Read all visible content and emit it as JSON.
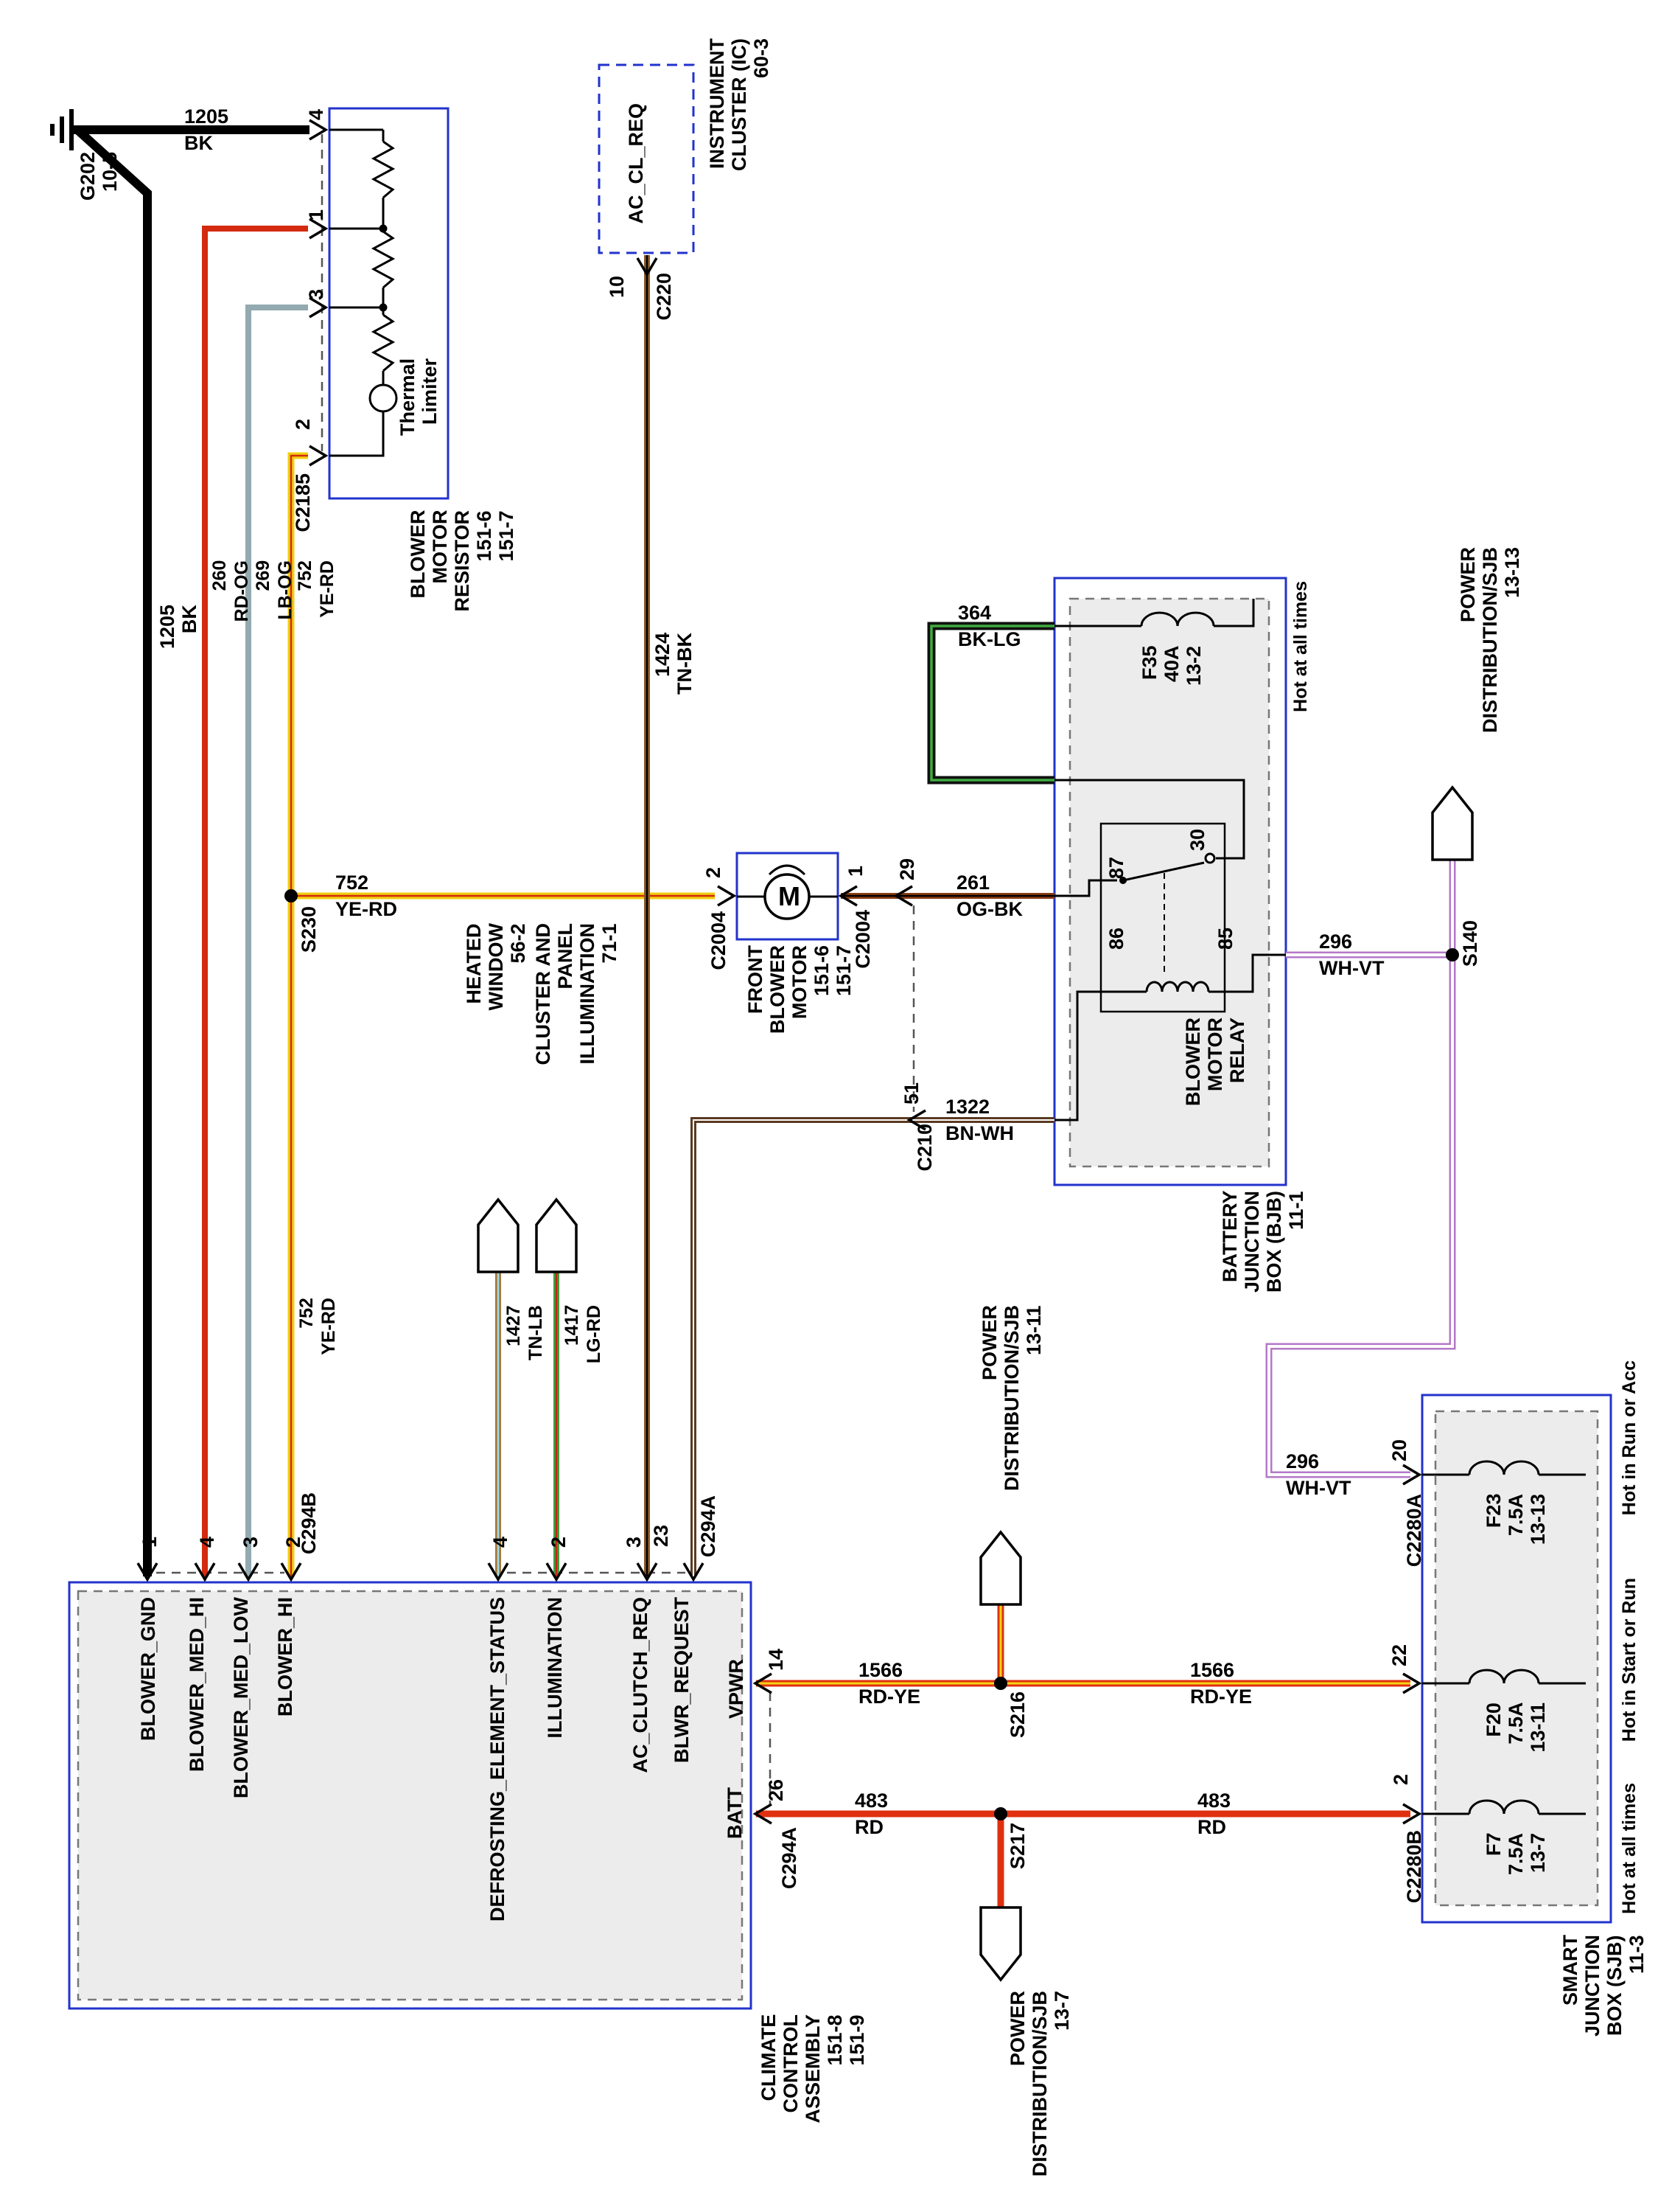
{
  "title": "Blower motor / climate control wiring diagram",
  "colors": {
    "box_border": "#2233cc",
    "box_fill": "#ececec",
    "bk": "#000000",
    "rd_og": "#d42a10",
    "lb_og": "#93aab0",
    "ye_rd": "#f0cf10",
    "tn_bk": "#8a5a2a",
    "bk_lg": "#3faa3f",
    "og_bk": "#8a3c12",
    "wh_vt": "#b478c8",
    "bn_wh": "#5a3a22",
    "tn_lb": "#a5793a",
    "lg_rd": "#3f9e3f",
    "rd": "#e03010",
    "rd_ye_stripe": "#f5d415"
  },
  "ground": {
    "label": "G202\n10-5"
  },
  "wires": {
    "w1205": "1205\nBK",
    "w260": "260\nRD-OG",
    "w269": "269\nLB-OG",
    "w752": "752\nYE-RD",
    "w1424": "1424\nTN-BK",
    "w364": "364\nBK-LG",
    "w261": "261\nOG-BK",
    "w296": "296\nWH-VT",
    "w1322": "1322\nBN-WH",
    "w1427": "1427\nTN-LB",
    "w1417": "1417\nLG-RD",
    "w1566": "1566\nRD-YE",
    "w483": "483\nRD"
  },
  "splices": {
    "s230": "S230",
    "s140": "S140",
    "s216": "S216",
    "s217": "S217"
  },
  "connectors": {
    "c2185": "C2185",
    "c220": "C220",
    "c2004": "C2004",
    "c210": "C210",
    "c294a": "C294A",
    "c294b": "C294B",
    "c2280a": "C2280A",
    "c2280b": "C2280B"
  },
  "resistor": {
    "title": "BLOWER\nMOTOR\nRESISTOR\n151-6\n151-7",
    "thermal_limiter": "Thermal\nLimiter",
    "pin4": "4",
    "pin1": "1",
    "pin3": "3",
    "pin2": "2"
  },
  "instrument_cluster": {
    "title": "INSTRUMENT\nCLUSTER (IC)\n60-3",
    "signal": "AC_CL_REQ",
    "pin10": "10"
  },
  "motor": {
    "title": "FRONT\nBLOWER\nMOTOR\n151-6\n151-7",
    "symbol": "M",
    "pin2": "2",
    "pin1": "1",
    "pin29": "29",
    "pin51": "51"
  },
  "bjb": {
    "title": "BATTERY\nJUNCTION\nBOX (BJB)\n11-1",
    "hot": "Hot at all times",
    "fuse": "F35\n40A\n13-2",
    "relay": {
      "title": "BLOWER\nMOTOR\nRELAY",
      "p30": "30",
      "p87": "87",
      "p86": "86",
      "p85": "85"
    }
  },
  "power_dist": {
    "pd13_13": "POWER\nDISTRIBUTION/SJB\n13-13",
    "pd13_11": "POWER\nDISTRIBUTION/SJB\n13-11",
    "pd13_7": "POWER\nDISTRIBUTION/SJB\n13-7"
  },
  "offpage": {
    "heated_window": "HEATED\nWINDOW\n56-2",
    "cluster_illum": "CLUSTER AND\nPANEL\nILLUMINATION\n71-1"
  },
  "climate": {
    "title": "CLIMATE\nCONTROL\nASSEMBLY\n151-8\n151-9",
    "signals": {
      "gnd": "BLOWER_GND",
      "med_hi": "BLOWER_MED_HI",
      "med_low": "BLOWER_MED_LOW",
      "hi": "BLOWER_HI",
      "defrost": "DEFROSTING_ELEMENT_STATUS",
      "illum": "ILLUMINATION",
      "ac_clutch": "AC_CLUTCH_REQ",
      "blwr_req": "BLWR_REQUEST",
      "vpwr": "VPWR",
      "batt": "BATT"
    },
    "pins": {
      "p1": "1",
      "p4": "4",
      "p3": "3",
      "p2": "2",
      "p4b": "4",
      "p2b": "2",
      "p3b": "3",
      "p23": "23",
      "p14": "14",
      "p26": "26"
    }
  },
  "sjb": {
    "title": "SMART\nJUNCTION\nBOX (SJB)\n11-3",
    "fuses": {
      "f23": "F23\n7.5A\n13-13",
      "f20": "F20\n7.5A\n13-11",
      "f7": "F7\n7.5A\n13-7"
    },
    "pins": {
      "p20": "20",
      "p22": "22",
      "p2": "2"
    },
    "hots": {
      "run_acc": "Hot in Run or Acc",
      "start_run": "Hot in Start or Run",
      "all_times": "Hot at all times"
    }
  }
}
